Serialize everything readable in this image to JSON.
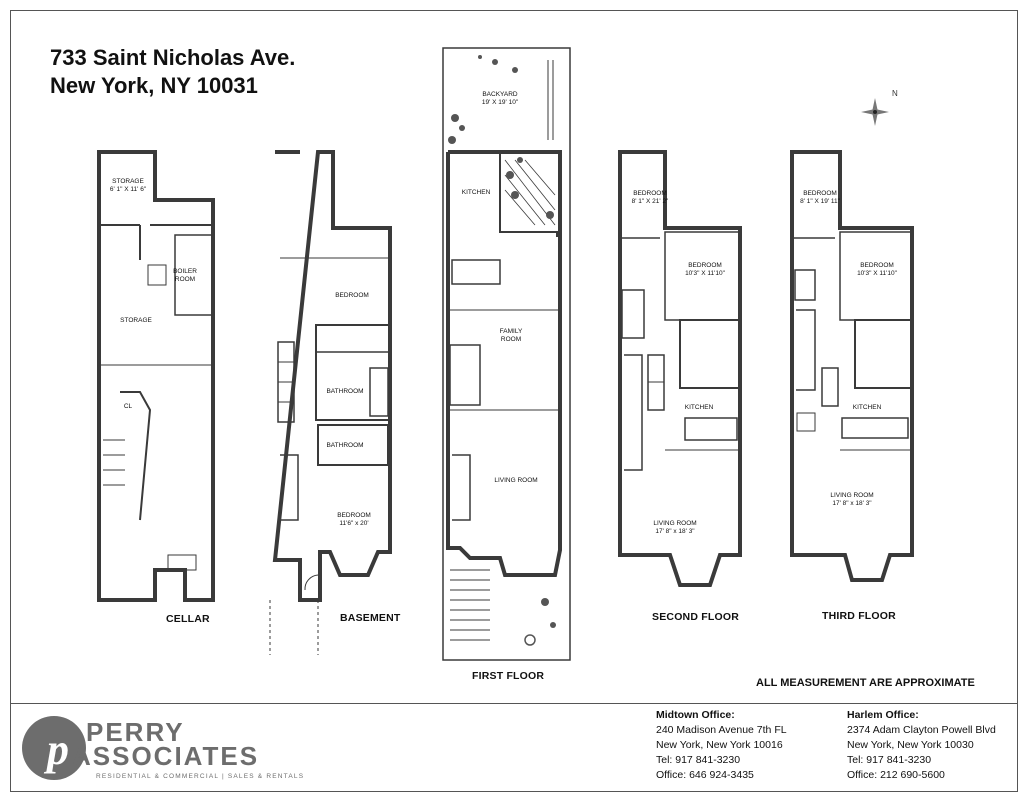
{
  "address": {
    "line1": "733 Saint Nicholas Ave.",
    "line2": "New York, NY 10031"
  },
  "floors": [
    {
      "label": "CELLAR"
    },
    {
      "label": "BASEMENT"
    },
    {
      "label": "FIRST FLOOR"
    },
    {
      "label": "SECOND FLOOR"
    },
    {
      "label": "THIRD FLOOR"
    }
  ],
  "rooms": {
    "cellar_storage_top": "STORAGE\n6' 1\" X 11' 6\"",
    "cellar_storage": "STORAGE",
    "cellar_boiler": "BOILER\nROOM",
    "cellar_cl": "CL",
    "basement_bedroom1": "BEDROOM",
    "basement_bath1": "BATHROOM",
    "basement_bath2": "BATHROOM",
    "basement_bedroom2": "BEDROOM\n11'6\" x 20'",
    "first_backyard": "BACKYARD\n19' X 19' 10\"",
    "first_kitchen": "KITCHEN",
    "first_family": "FAMILY\nROOM",
    "first_living": "LIVING ROOM",
    "second_bedroom1": "BEDROOM\n8' 1\" X 21' 2\"",
    "second_bedroom2": "BEDROOM\n10'3\" X 11'10\"",
    "second_kitchen": "KITCHEN",
    "second_living": "LIVING ROOM\n17' 8\" x 18' 3\"",
    "third_bedroom1": "BEDROOM\n8' 1\" X 19' 11\"",
    "third_bedroom2": "BEDROOM\n10'3\" X 11'10\"",
    "third_kitchen": "KITCHEN",
    "third_living": "LIVING ROOM\n17' 8\" x 18' 3\""
  },
  "note": "ALL MEASUREMENT ARE APPROXIMATE",
  "logo": {
    "name_top": "PERRY",
    "name_bottom": "ASSOCIATES",
    "tagline": "RESIDENTIAL & COMMERCIAL | SALES & RENTALS",
    "letter": "p"
  },
  "offices": [
    {
      "title": "Midtown Office:",
      "lines": [
        "240 Madison Avenue 7th FL",
        "New York, New York 10016",
        "Tel: 917 841-3230",
        "Office: 646 924-3435"
      ]
    },
    {
      "title": "Harlem Office:",
      "lines": [
        "2374 Adam Clayton Powell Blvd",
        "New York, New York 10030",
        "Tel: 917 841-3230",
        "Office: 212 690-5600"
      ]
    }
  ],
  "compass": {
    "label": "N"
  },
  "colors": {
    "wall": "#3a3a3a",
    "logo_gray": "#6d6d6d"
  }
}
